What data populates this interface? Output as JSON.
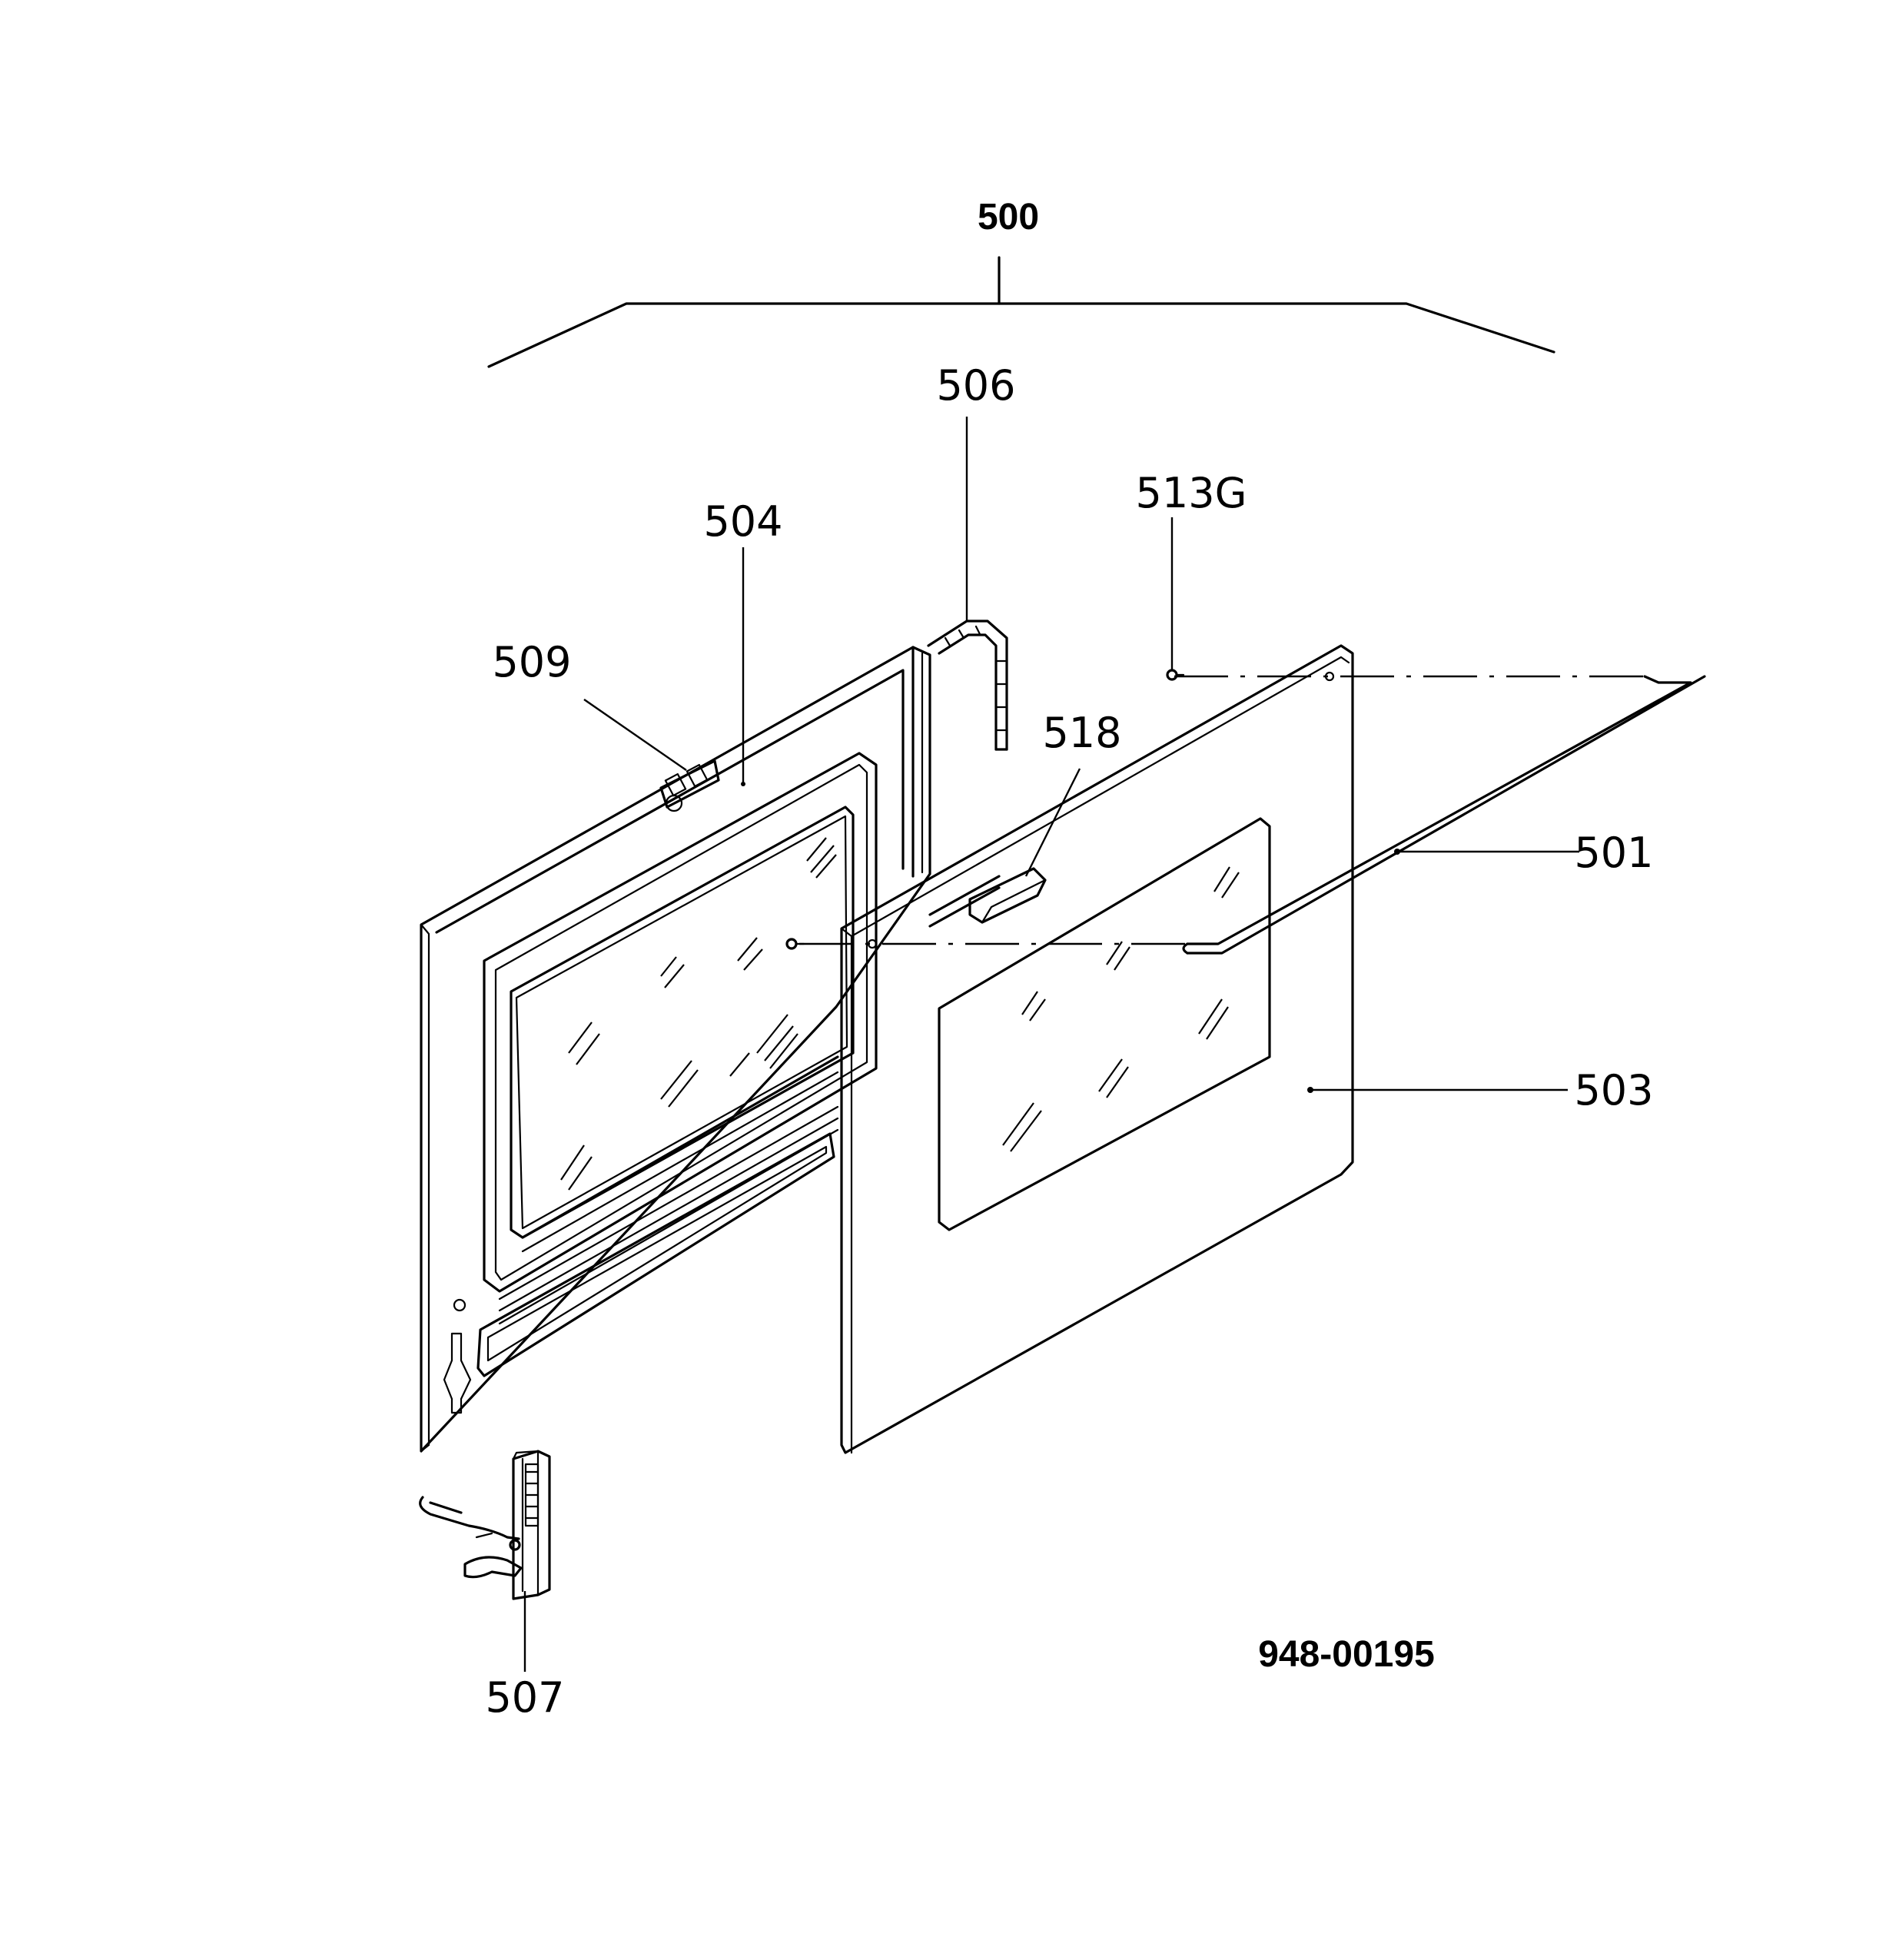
{
  "diagram": {
    "part_labels": {
      "p500": "500",
      "p506": "506",
      "p504": "504",
      "p513g": "513G",
      "p509": "509",
      "p518": "518",
      "p501": "501",
      "p503": "503",
      "p507": "507"
    },
    "drawing_number": "948-00195"
  }
}
